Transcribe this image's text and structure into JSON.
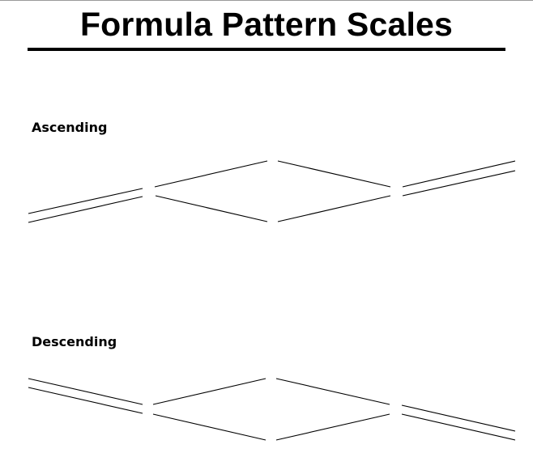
{
  "title": "Formula Pattern Scales",
  "sections": {
    "ascending": {
      "label": "Ascending"
    },
    "descending": {
      "label": "Descending"
    }
  }
}
